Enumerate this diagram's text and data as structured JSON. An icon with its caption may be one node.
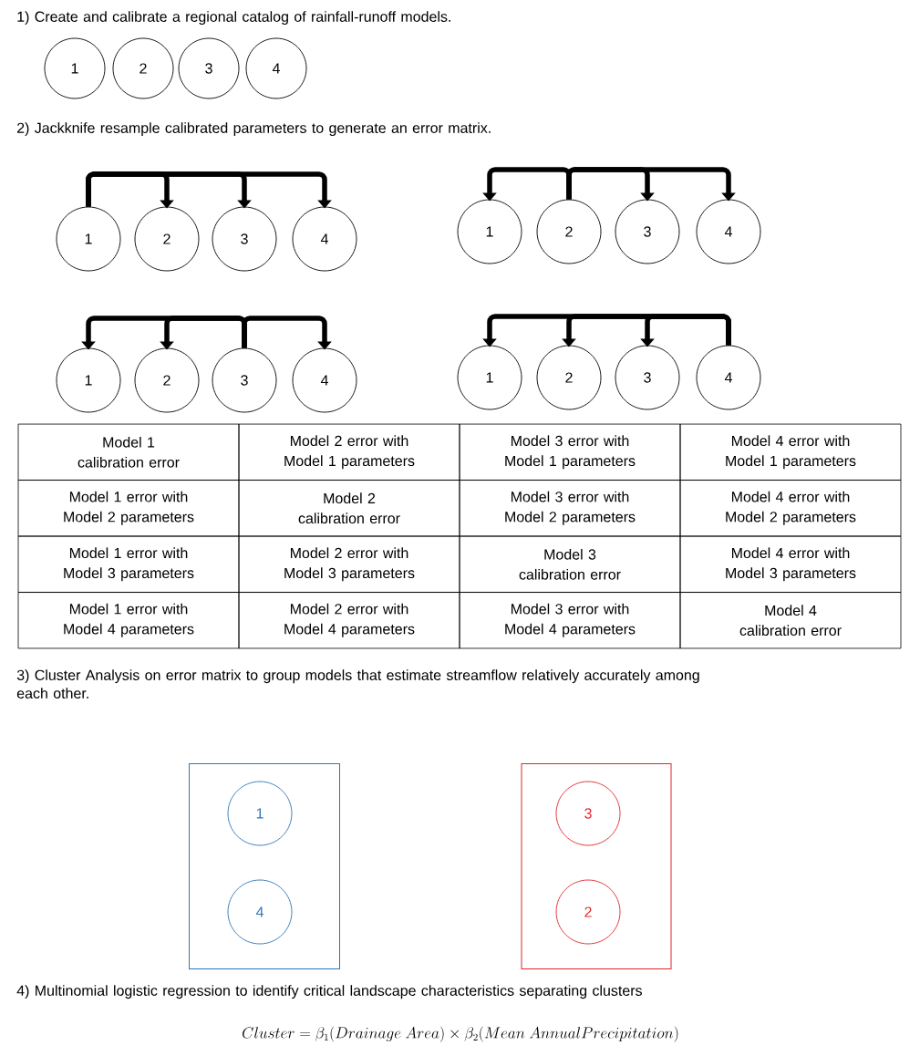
{
  "diagram": {
    "nodes": [
      {
        "text": [
          "1"
        ]
      },
      {
        "text": [
          "2"
        ]
      },
      {
        "text": [
          "3"
        ]
      },
      {
        "text": [
          "4"
        ]
      },
      {
        "text": [
          "1"
        ]
      },
      {
        "text": [
          "2"
        ]
      },
      {
        "text": [
          "3"
        ]
      },
      {
        "text": [
          "4"
        ]
      },
      {
        "text": [
          "1"
        ]
      },
      {
        "text": [
          "2"
        ]
      },
      {
        "text": [
          "3"
        ]
      },
      {
        "text": [
          "4"
        ]
      },
      {
        "text": [
          "1"
        ]
      },
      {
        "text": [
          "2"
        ]
      },
      {
        "text": [
          "3"
        ]
      },
      {
        "text": [
          "4"
        ]
      },
      {
        "text": [
          "1"
        ]
      },
      {
        "text": [
          "2"
        ]
      },
      {
        "text": [
          "3"
        ]
      },
      {
        "text": [
          "4"
        ]
      },
      {
        "text": [],
        "shape": "box"
      },
      {
        "text": [
          "1"
        ],
        "in": 20
      },
      {
        "text": [
          "4"
        ],
        "in": 20
      },
      {
        "text": [],
        "shape": "box"
      },
      {
        "text": [
          "3"
        ],
        "in": 23
      },
      {
        "text": [
          "2"
        ],
        "in": 23
      }
    ],
    "edges": [
      {
        "from": 4,
        "to": 5,
        "arrow": "to"
      },
      {
        "from": 4,
        "to": 6,
        "arrow": "to"
      },
      {
        "from": 4,
        "to": 7,
        "arrow": "to"
      },
      {
        "from": 9,
        "to": 8,
        "arrow": "to"
      },
      {
        "from": 9,
        "to": 10,
        "arrow": "to"
      },
      {
        "from": 9,
        "to": 11,
        "arrow": "to"
      },
      {
        "from": 14,
        "to": 12,
        "arrow": "to"
      },
      {
        "from": 14,
        "to": 13,
        "arrow": "to"
      },
      {
        "from": 14,
        "to": 15,
        "arrow": "to"
      },
      {
        "from": 19,
        "to": 16,
        "arrow": "to"
      },
      {
        "from": 19,
        "to": 17,
        "arrow": "to"
      },
      {
        "from": 19,
        "to": 18,
        "arrow": "to"
      }
    ],
    "labels": [
      "1) Create and calibrate a regional catalog of rainfall-runoff models.",
      "2) Jackknife resample calibrated parameters to generate an error matrix.",
      "Model 1 calibration error",
      "Model 2 error with Model 1 parameters",
      "Model 3 error with Model 1 parameters",
      "Model 4 error with Model 1 parameters",
      "Model 1 error with Model 2 parameters",
      "Model 2 calibration error",
      "Model 3 error with Model 2 parameters",
      "Model 4 error with Model 2 parameters",
      "Model 1 error with Model 3 parameters",
      "Model 2 error with Model 3 parameters",
      "Model 3 calibration error",
      "Model 4 error with Model 3 parameters",
      "Model 1 error with Model 4 parameters",
      "Model 2 error with Model 4 parameters",
      "Model 3 error with Model 4 parameters",
      "Model 4 calibration error",
      "3) Cluster Analysis on error matrix to group models that estimate streamflow relatively accurately among each other.",
      "4) Multinomial logistic regression to identify critical landscape characteristics separating clusters",
      "Cluster = \\beta_1(Drainage\\ Area) \\times \\beta_2(Mean\\ AnnualPrecipitation)"
    ]
  }
}
